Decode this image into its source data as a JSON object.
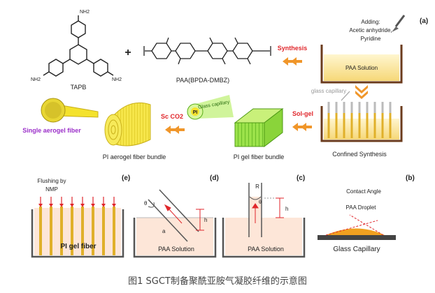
{
  "labels": {
    "tapb": "TAPB",
    "paa": "PAA(BPDA-DMBZ)",
    "nh2": "NH2",
    "plus": "+",
    "synthesis": "Synthesis",
    "adding": "Adding:",
    "adding_line2": "Acetic anhydride,",
    "adding_line3": "Pyridine",
    "paa_solution": "PAA Solution",
    "panel_a": "(a)",
    "glass_capillary": "glass capillary",
    "confined_synthesis": "Confined Synthesis",
    "sol_gel": "Sol-gel",
    "pi_gel_fiber_bundle": "PI gel fiber bundle",
    "glass_capillary_cone": "Glass capillary",
    "pi_center": "PI",
    "sc_co2": "Sc CO2",
    "pi_aerogel_fiber_bundle": "PI aerogel fiber bundle",
    "single_aerogel_fiber": "Single aerogel fiber",
    "panel_e": "(e)",
    "flushing": "Flushing by",
    "nmp": "NMP",
    "pi_gel_fiber": "PI gel fiber",
    "panel_d": "(d)",
    "paa_solution_d": "PAA Solution",
    "panel_c": "(c)",
    "paa_solution_c": "PAA Solution",
    "panel_b": "(b)",
    "contact_angle": "Contact Angle",
    "paa_droplet": "PAA Droplet",
    "glass_capillary_b": "Glass Capillary",
    "r": "R",
    "h": "h",
    "a": "a",
    "theta": "θ"
  },
  "caption": "图1 SGCT制备聚酰亚胺气凝胶纤维的示意图",
  "colors": {
    "orange_arrow": "#f0962a",
    "red_text": "#e0262b",
    "yellow": "#f4e22c",
    "solution": "#fbd9c4",
    "green": "#7fd12b",
    "purple": "#9b2fc9",
    "dark": "#333333"
  }
}
